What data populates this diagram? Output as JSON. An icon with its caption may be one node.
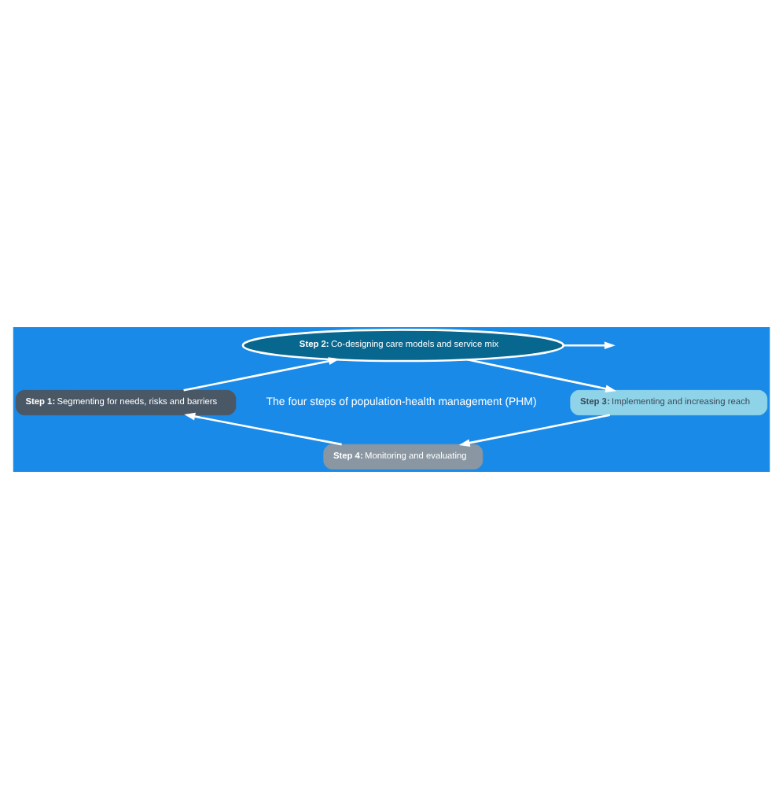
{
  "diagram": {
    "nodes": [
      {
        "text": [
          "**Step 1:** Segmenting for needs, risks and barriers"
        ]
      },
      {
        "text": [
          "**Step 2:** Co-designing care models and service mix"
        ]
      },
      {
        "text": [
          "**Step 3:** Implementing and increasing reach"
        ]
      },
      {
        "text": [
          "**Step 4:** Monitoring and evaluating"
        ]
      }
    ],
    "edges": [
      {
        "from": 0,
        "to": 1,
        "arrow": "to"
      },
      {
        "from": 1,
        "to": 2,
        "arrow": "to"
      },
      {
        "from": 2,
        "to": 3,
        "arrow": "to"
      },
      {
        "from": 3,
        "to": 0,
        "arrow": "to"
      },
      {
        "from": 1,
        "to": null,
        "arrow": "to"
      }
    ],
    "labels": [
      "The four steps of population-health management (PHM)"
    ]
  }
}
